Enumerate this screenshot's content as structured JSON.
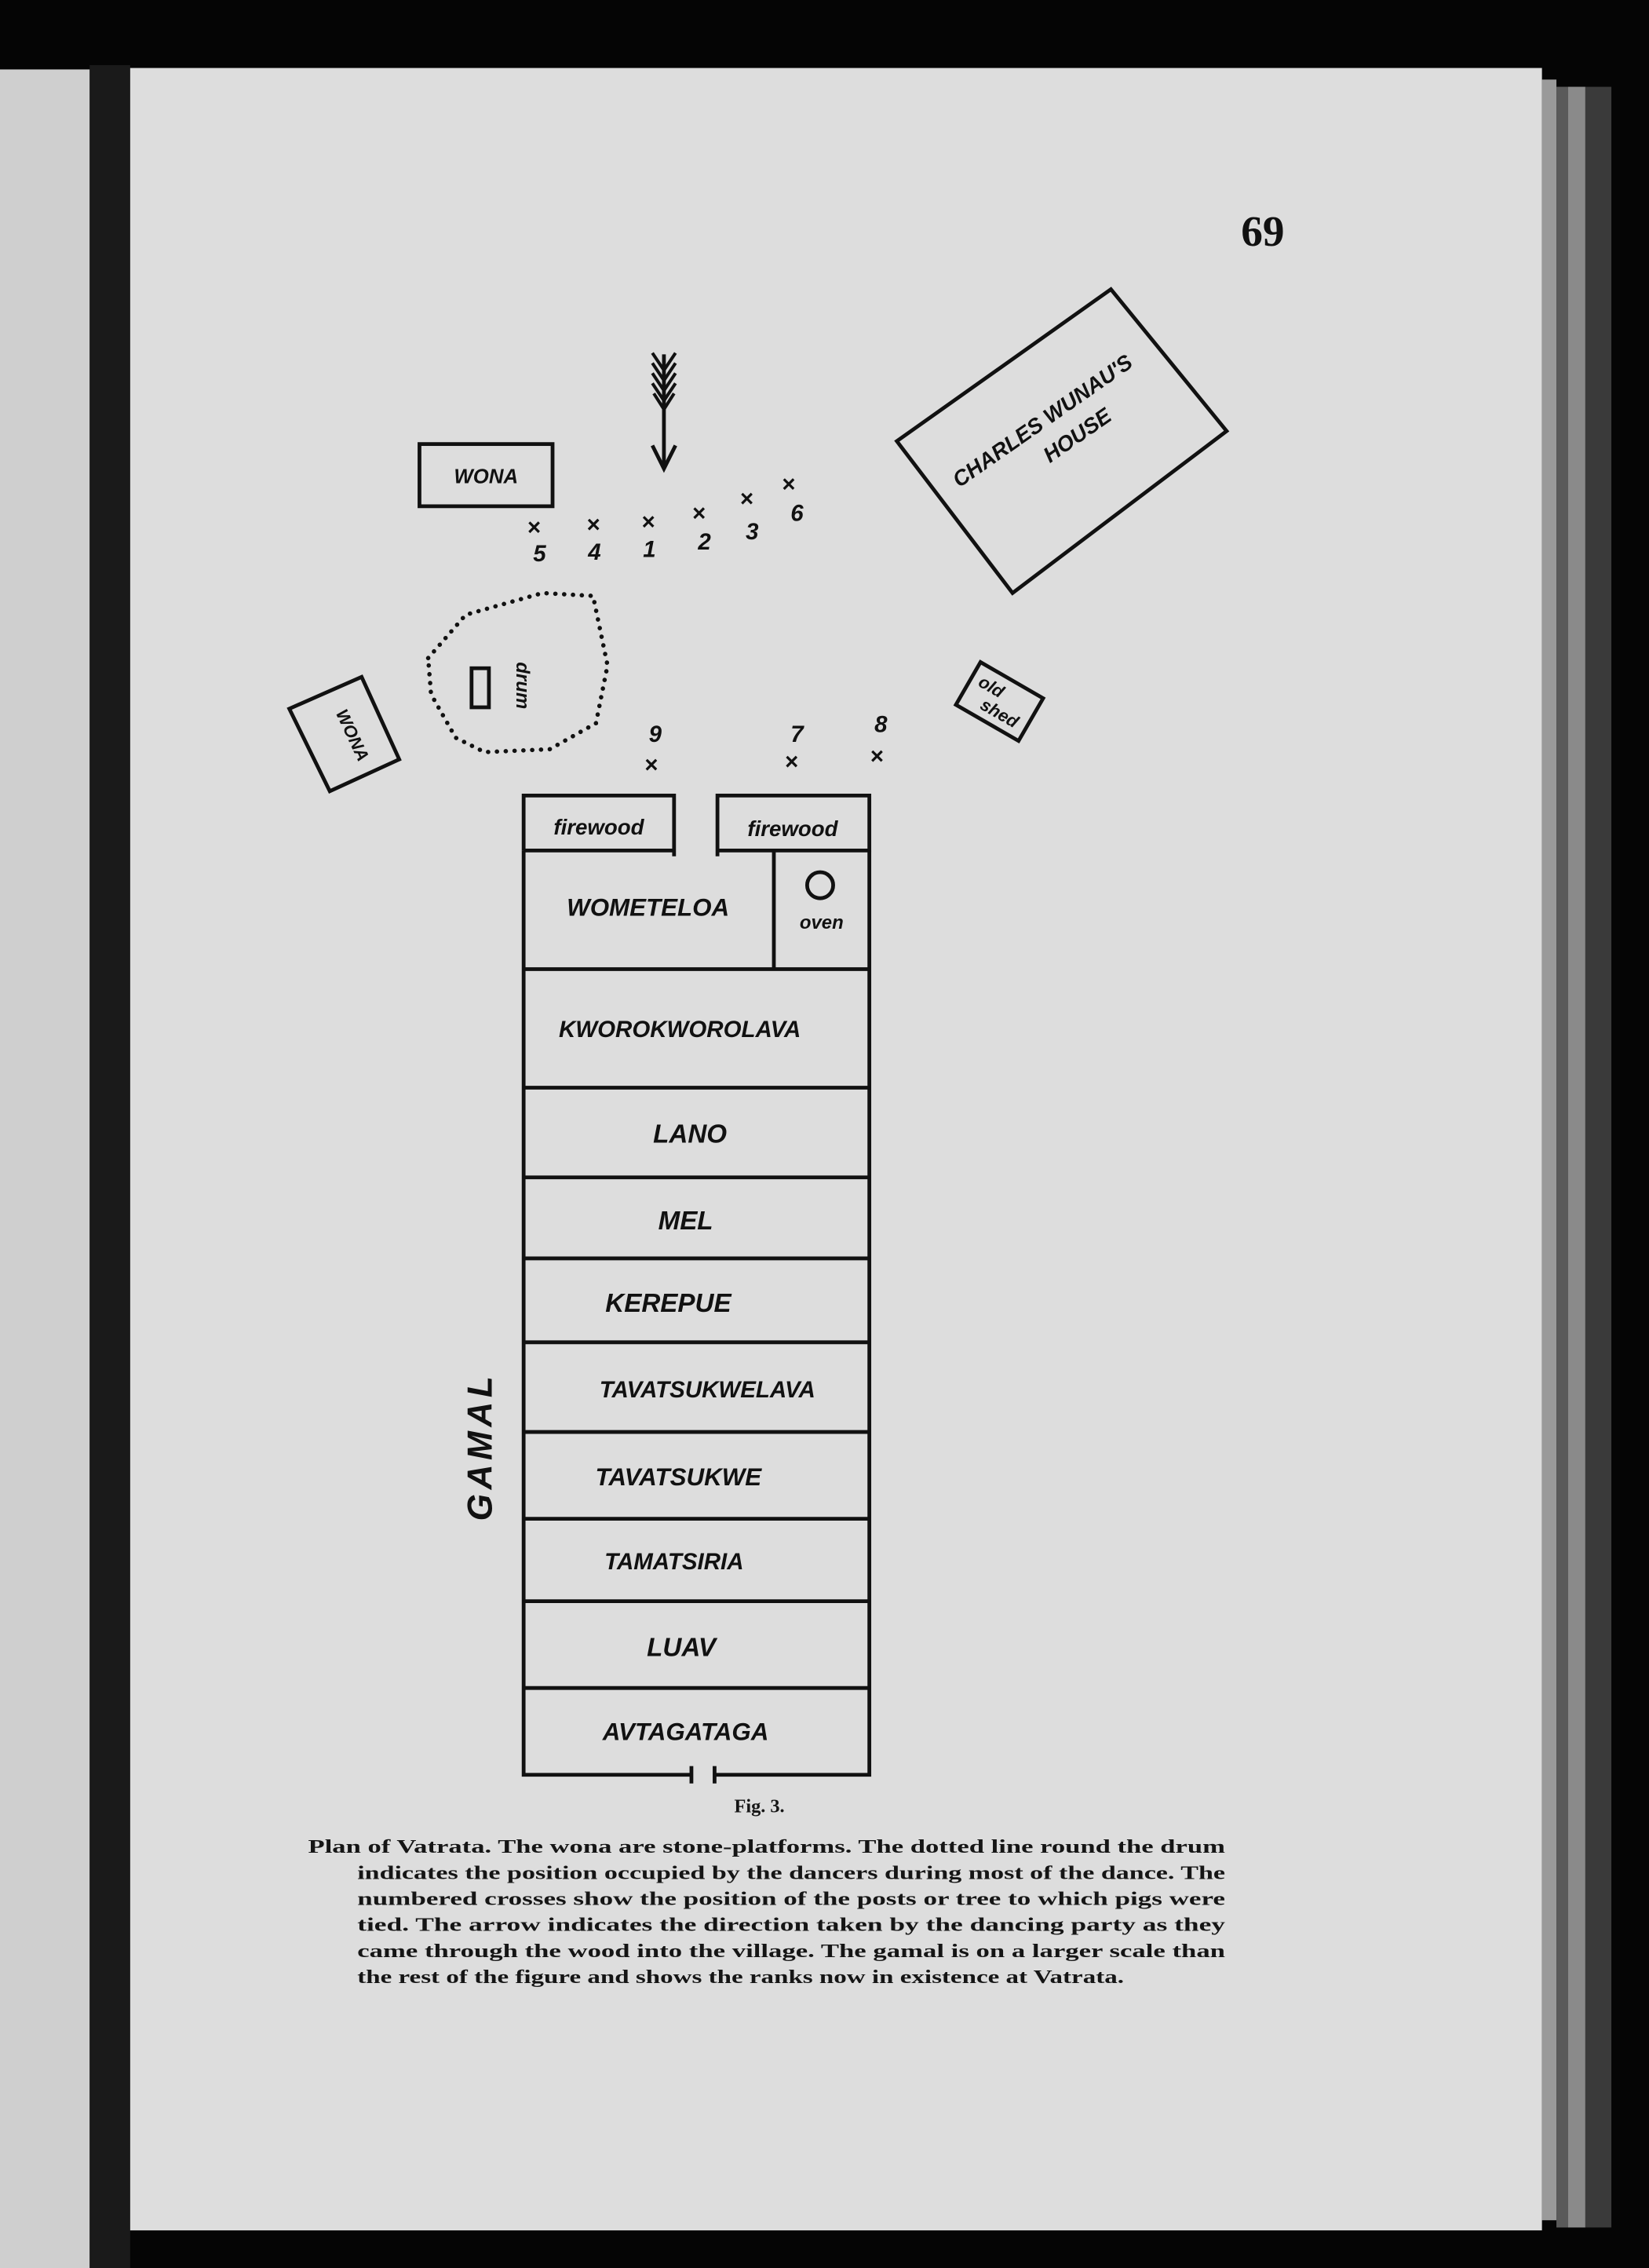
{
  "page_number": "69",
  "figure": {
    "wona_top": "WONA",
    "wona_left": "WONA",
    "house_line1": "CHARLES WUNAU'S",
    "house_line2": "HOUSE",
    "old_shed_line1": "old",
    "old_shed_line2": "shed",
    "drum": "drum",
    "crosses": [
      "5",
      "4",
      "1",
      "2",
      "3",
      "6",
      "9",
      "7",
      "8"
    ],
    "firewood_left": "firewood",
    "firewood_right": "firewood",
    "oven": "oven",
    "gamal_label": "GAMAL",
    "ranks": [
      "WOMETELOA",
      "KWOROKWOROLAVA",
      "LANO",
      "MEL",
      "KEREPUE",
      "TAVATSUKWELAVA",
      "TAVATSUKWE",
      "TAMATSIRIA",
      "LUAV",
      "AVTAGATAGA"
    ]
  },
  "caption": {
    "fig_label": "Fig. 3.",
    "lines": [
      "Plan of Vatrata.  The wona are stone-platforms.  The dotted line round the drum",
      "indicates the position occupied by the dancers during most of the dance.  The",
      "numbered crosses show the position of the posts or tree to which pigs were",
      "tied.  The arrow indicates the direction taken by the dancing party as they",
      "came through the wood into the village.  The gamal is on a larger scale than",
      "the rest of the figure and shows the ranks now in existence at Vatrata."
    ]
  }
}
